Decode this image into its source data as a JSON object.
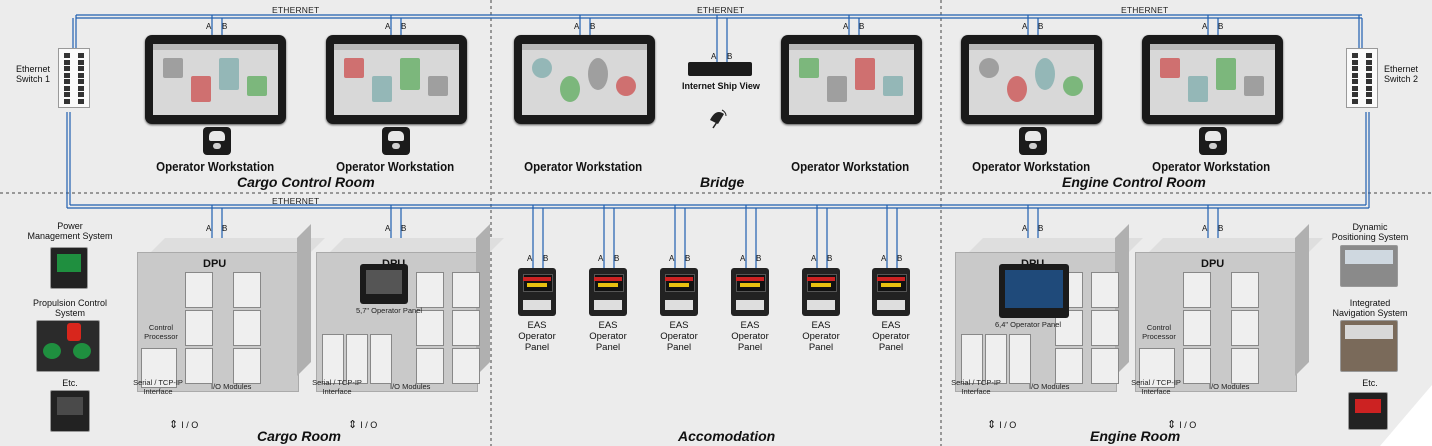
{
  "network": {
    "ethernet_label": "ETHERNET"
  },
  "ports": {
    "a": "A",
    "b": "B"
  },
  "switches": [
    {
      "label_line1": "Ethernet",
      "label_line2": "Switch 1"
    },
    {
      "label_line1": "Ethernet",
      "label_line2": "Switch 2"
    }
  ],
  "zones": {
    "top": [
      "Cargo Control Room",
      "Bridge",
      "Engine Control Room"
    ],
    "bottom": [
      "Cargo Room",
      "Accomodation",
      "Engine Room"
    ]
  },
  "workstations": [
    {
      "label": "Operator Workstation"
    },
    {
      "label": "Operator Workstation"
    },
    {
      "label": "Operator Workstation"
    },
    {
      "label": "Operator Workstation"
    },
    {
      "label": "Operator Workstation"
    },
    {
      "label": "Operator Workstation"
    }
  ],
  "ship_view": {
    "label": "Internet Ship View"
  },
  "dpu": {
    "title": "DPU",
    "control_processor_line1": "Control",
    "control_processor_line2": "Processor",
    "serial_line1": "Serial / TCP-IP",
    "serial_line2": "Interface",
    "io_modules": "I/O Modules",
    "io": "I / O",
    "panel_57": "5,7\" Operator Panel",
    "panel_64": "6,4\" Operator Panel"
  },
  "eas": {
    "line1": "EAS",
    "line2": "Operator",
    "line3": "Panel"
  },
  "left_systems": [
    {
      "line1": "Power",
      "line2": "Management System"
    },
    {
      "line1": "Propulsion Control",
      "line2": "System"
    },
    {
      "line1": "Etc.",
      "line2": ""
    }
  ],
  "right_systems": [
    {
      "line1": "Dynamic",
      "line2": "Positioning System"
    },
    {
      "line1": "Integrated",
      "line2": "Navigation System"
    },
    {
      "line1": "Etc.",
      "line2": ""
    }
  ],
  "colors": {
    "bus": "#1f5fb0",
    "accent": "#d8261c",
    "background": "#ececec"
  }
}
